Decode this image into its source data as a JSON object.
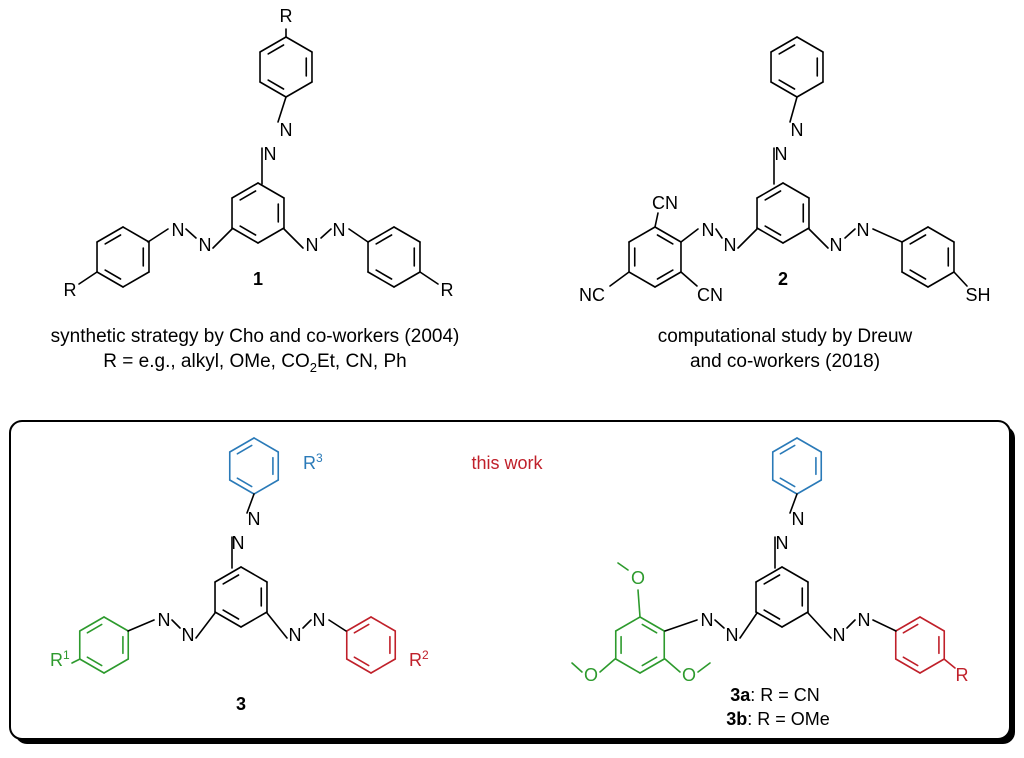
{
  "colors": {
    "black": "#000000",
    "blue": "#2a7ab8",
    "red": "#c0202a",
    "green": "#2d9a2d",
    "accent_text": "#c0202a"
  },
  "compound1": {
    "number": "1",
    "R": "R"
  },
  "compound2": {
    "number": "2",
    "CN": "CN",
    "NC": "NC",
    "SH": "SH"
  },
  "compound3": {
    "number": "3",
    "R1": "R",
    "R1_sup": "1",
    "R2": "R",
    "R2_sup": "2",
    "R3": "R",
    "R3_sup": "3"
  },
  "compound3x": {
    "O": "O",
    "R": "R",
    "line_a_num": "3a",
    "line_a_text": ": R = CN",
    "line_b_num": "3b",
    "line_b_text": ": R = OMe"
  },
  "azo": {
    "N": "N"
  },
  "captions": {
    "left_line1": "synthetic strategy by Cho and co-workers (2004)",
    "left_line2_pre": "R = e.g., alkyl, OMe, CO",
    "left_line2_sub": "2",
    "left_line2_post": "Et, CN, Ph",
    "right_line1": "computational study by Dreuw",
    "right_line2": "and co-workers (2018)"
  },
  "box": {
    "label": "this work"
  }
}
